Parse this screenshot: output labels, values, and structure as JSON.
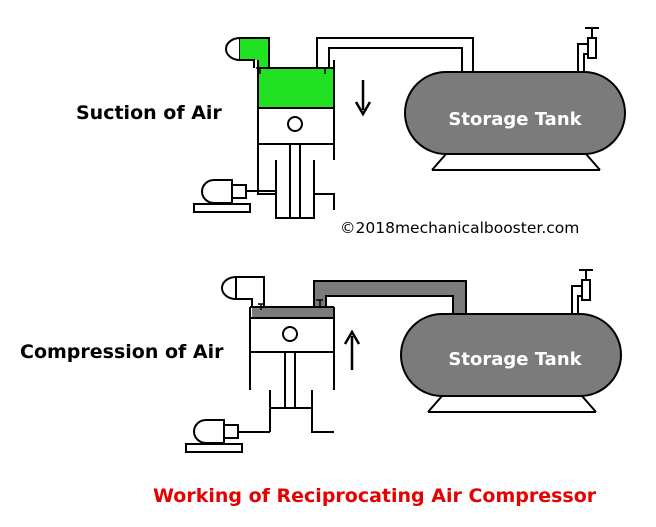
{
  "top_panel": {
    "label": "Suction of Air",
    "tank_label": "Storage Tank",
    "piston_direction": "down-arrow",
    "cylinder_air_color": "#22e022"
  },
  "bottom_panel": {
    "label": "Compression of Air",
    "tank_label": "Storage Tank",
    "piston_direction": "up-arrow",
    "compressed_air_color": "#7b7b7b"
  },
  "watermark": "©2018mechanicalbooster.com",
  "caption": "Working of Reciprocating Air Compressor",
  "colors": {
    "tank_fill": "#7b7b7b",
    "caption_color": "#e60000",
    "suction_air": "#22e022"
  }
}
